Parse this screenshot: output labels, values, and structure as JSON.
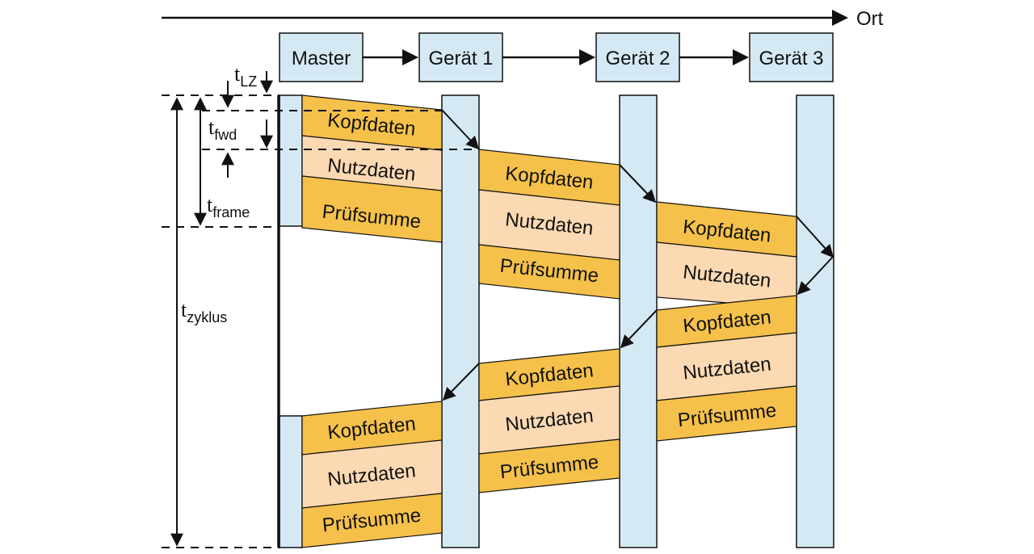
{
  "axis": {
    "label": "Ort"
  },
  "nodes": [
    {
      "id": "master",
      "label": "Master"
    },
    {
      "id": "geraet1",
      "label": "Gerät 1"
    },
    {
      "id": "geraet2",
      "label": "Gerät 2"
    },
    {
      "id": "geraet3",
      "label": "Gerät 3"
    }
  ],
  "frame_segments": [
    "Kopfdaten",
    "Nutzdaten",
    "Prüfsumme"
  ],
  "timing_labels": [
    {
      "id": "lz",
      "main": "t",
      "sub": "LZ"
    },
    {
      "id": "fwd",
      "main": "t",
      "sub": "fwd"
    },
    {
      "id": "frame",
      "main": "t",
      "sub": "frame"
    },
    {
      "id": "zyklus",
      "main": "t",
      "sub": "zyklus"
    }
  ],
  "colors": {
    "header_segment": "#f5c14a",
    "data_segment": "#fbd9b2",
    "checksum_segment": "#f5c14a",
    "device_column": "#d5e9f4",
    "stroke": "#111111"
  }
}
